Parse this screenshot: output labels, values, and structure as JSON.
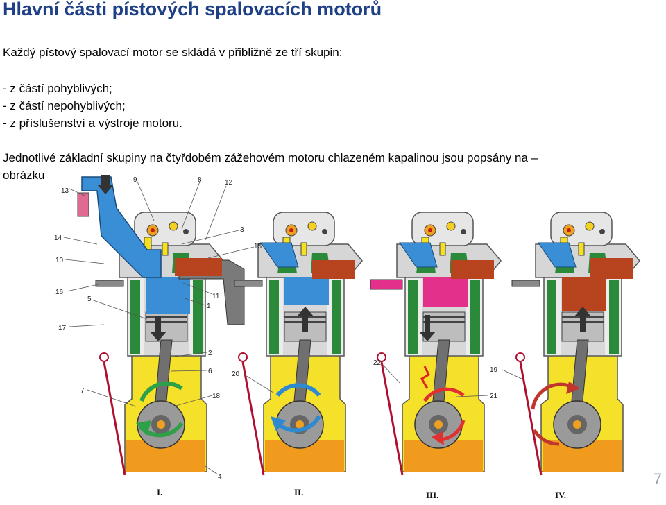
{
  "title": "Hlavní části pístových spalovacích motorů",
  "intro": "Každý pístový spalovací motor se skládá v přibližně ze tří skupin:",
  "list": [
    "- z částí pohyblivých;",
    "- z částí nepohyblivých;",
    "- z příslušenství a výstroje motoru."
  ],
  "description_line1": "Jednotlivé základní skupiny na čtyřdobém zážehovém motoru chlazeném kapalinou jsou popsány na –",
  "description_line2": "obrázku",
  "page_number": "7",
  "figure": {
    "callouts": [
      "13",
      "9",
      "8",
      "12",
      "14",
      "3",
      "10",
      "15",
      "16",
      "11",
      "5",
      "1",
      "17",
      "2",
      "6",
      "7",
      "18",
      "20",
      "22",
      "21",
      "19",
      "4"
    ],
    "strokes": [
      "I.",
      "II.",
      "III.",
      "IV."
    ]
  },
  "colors": {
    "title": "#1f3f86",
    "crankcase": "#f5e02a",
    "coolant": "#2a8a3a",
    "intake_mixture": "#3a8ed6",
    "exhaust": "#b8441f",
    "ignition": "#e0307a",
    "oil": "#f09a1e"
  }
}
